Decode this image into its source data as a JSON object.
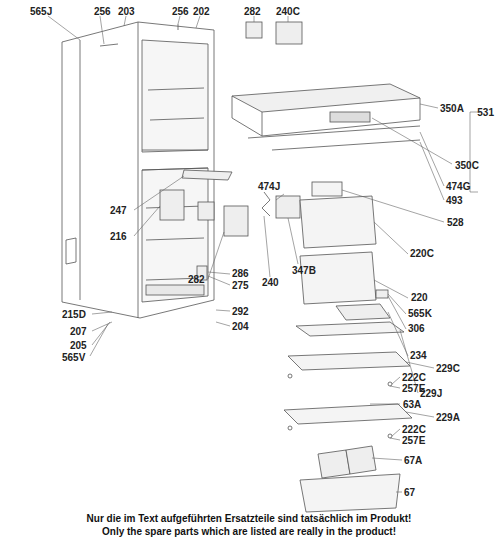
{
  "diagram": {
    "labels": [
      "565J",
      "256",
      "203",
      "256",
      "202",
      "282",
      "240C",
      "350A",
      "531",
      "350C",
      "474G",
      "493",
      "247",
      "474J",
      "528",
      "216",
      "347B",
      "220C",
      "282",
      "240",
      "220",
      "565K",
      "306",
      "286",
      "275",
      "234",
      "292",
      "215D",
      "204",
      "207",
      "205",
      "565V",
      "229J",
      "229C",
      "222C",
      "257E",
      "63A",
      "229A",
      "222C",
      "257E",
      "67A",
      "67",
      "Nur die im Text aufgeführten Ersatzteile sind tatsächlich im Produkt!",
      "Only the spare parts which are listed are really in the product!"
    ]
  }
}
